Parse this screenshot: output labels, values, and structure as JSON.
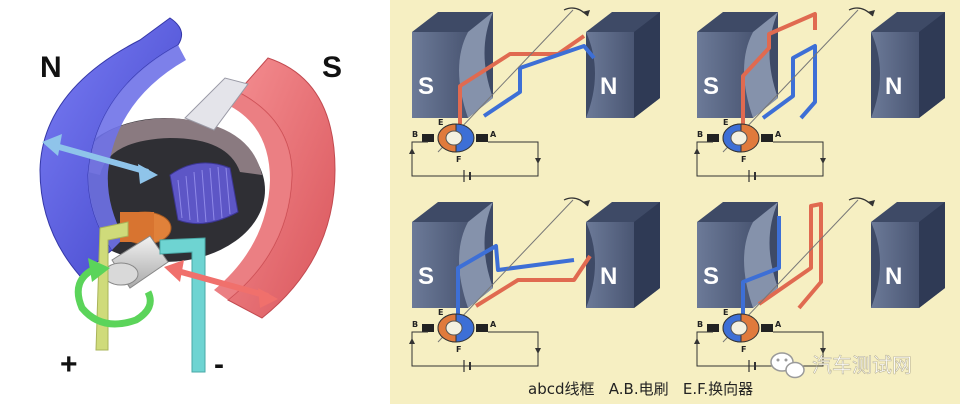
{
  "left_figure": {
    "north_label": "N",
    "south_label": "S",
    "plus_label": "+",
    "minus_label": "-"
  },
  "panels": [
    {
      "id": "top-left",
      "left_magnet": "S",
      "right_magnet": "N",
      "brush_a": "A",
      "brush_b": "B",
      "seg_e": "E",
      "seg_f": "F"
    },
    {
      "id": "top-right",
      "left_magnet": "S",
      "right_magnet": "N",
      "brush_a": "A",
      "brush_b": "B",
      "seg_e": "E",
      "seg_f": "F"
    },
    {
      "id": "bottom-left",
      "left_magnet": "S",
      "right_magnet": "N",
      "brush_a": "A",
      "brush_b": "B",
      "seg_e": "E",
      "seg_f": "F"
    },
    {
      "id": "bottom-right",
      "left_magnet": "S",
      "right_magnet": "N",
      "brush_a": "A",
      "brush_b": "B",
      "seg_e": "E",
      "seg_f": "F"
    }
  ],
  "caption": "abcd线框   A.B.电刷   E.F.换向器",
  "watermark": "汽车测试网",
  "colors": {
    "north_magnet": "#5b5ee8",
    "south_magnet": "#f07478",
    "panel_bg": "#f6efc2",
    "magnet_gray": "#5c6a86",
    "wire_red": "#e06a50",
    "wire_blue": "#3d6fd6"
  }
}
